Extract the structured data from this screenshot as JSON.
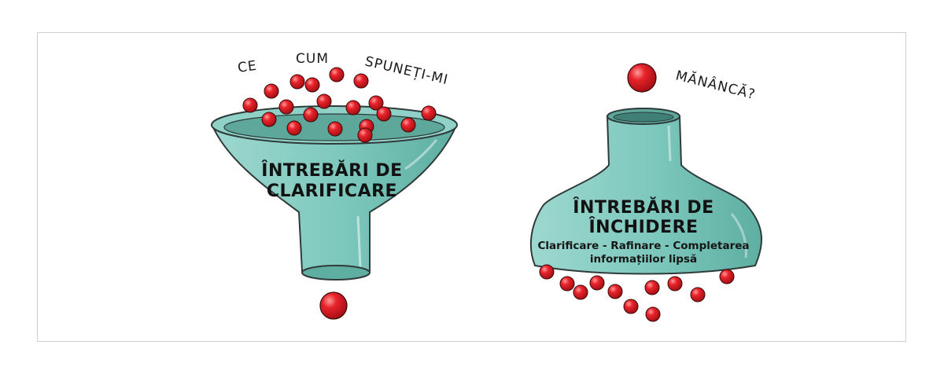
{
  "left_funnel": {
    "question_words": [
      "CE",
      "CUM",
      "SPUNEȚI-MI"
    ],
    "title_lines": [
      "ÎNTREBĂRI DE",
      "CLARIFICARE"
    ]
  },
  "right_funnel": {
    "question_word": "MĂNÂNCĂ?",
    "title_lines": [
      "ÎNTREBĂRI DE",
      "ÎNCHIDERE"
    ],
    "subtitle_lines": [
      "Clarificare - Rafinare - Completarea",
      "informațiilor lipsă"
    ]
  },
  "colors": {
    "funnel_fill": "#7cc7bc",
    "funnel_shade": "#5eaea2",
    "funnel_outline": "#2f3b3a",
    "ball_fill": "#d9141c",
    "ball_highlight": "#ff8a8a"
  },
  "icons": [
    "funnel-icon",
    "inverted-funnel-icon",
    "ball-icon"
  ]
}
